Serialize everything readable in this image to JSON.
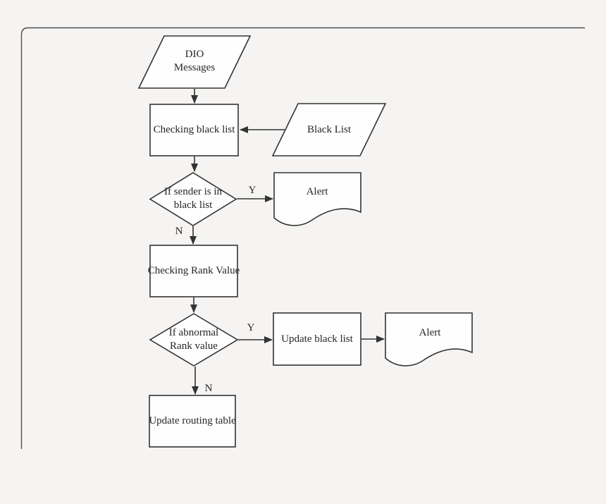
{
  "flowchart": {
    "nodes": {
      "dio_messages": {
        "shape": "parallelogram",
        "line1": "DIO",
        "line2": "Messages"
      },
      "checking_black_list": {
        "shape": "process",
        "label": "Checking black list"
      },
      "black_list": {
        "shape": "parallelogram",
        "label": "Black List"
      },
      "if_sender_in_blacklist": {
        "shape": "decision",
        "line1": "If sender is in",
        "line2": "black list"
      },
      "alert_sender": {
        "shape": "document",
        "label": "Alert"
      },
      "checking_rank_value": {
        "shape": "process",
        "label": "Checking Rank Value"
      },
      "if_abnormal_rank": {
        "shape": "decision",
        "line1": "If abnormal",
        "line2": "Rank value"
      },
      "update_black_list": {
        "shape": "process",
        "label": "Update black list"
      },
      "alert_rank": {
        "shape": "document",
        "label": "Alert"
      },
      "update_routing_table": {
        "shape": "process",
        "label": "Update routing table"
      }
    },
    "edge_labels": {
      "sender_yes": "Y",
      "sender_no": "N",
      "rank_yes": "Y",
      "rank_no": "N"
    },
    "colors": {
      "background": "#f5f4f3",
      "shape_fill": "#fefefe",
      "stroke": "#333333",
      "frame": "#4f4f4f",
      "text": "#262626"
    }
  }
}
